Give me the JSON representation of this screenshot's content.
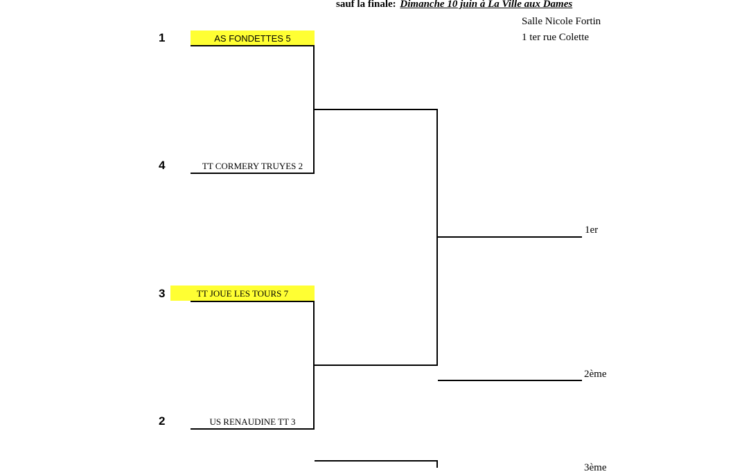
{
  "header": {
    "prefix": "sauf la finale:",
    "date_location": "Dimanche 10 juin à La Ville aux Dames",
    "venue_name": "Salle Nicole Fortin",
    "venue_address": "1 ter rue Colette"
  },
  "bracket": {
    "teams": [
      {
        "seed": "1",
        "name": "AS FONDETTES 5",
        "highlight": true
      },
      {
        "seed": "4",
        "name": "TT CORMERY TRUYES 2",
        "highlight": false
      },
      {
        "seed": "3",
        "name": "TT JOUE LES TOURS 7",
        "highlight": true
      },
      {
        "seed": "2",
        "name": "US RENAUDINE TT 3",
        "highlight": false
      }
    ],
    "places": {
      "first": "1er",
      "second": "2ème",
      "third": "3ème"
    }
  },
  "colors": {
    "highlight": "#ffff33",
    "line": "#000000"
  }
}
